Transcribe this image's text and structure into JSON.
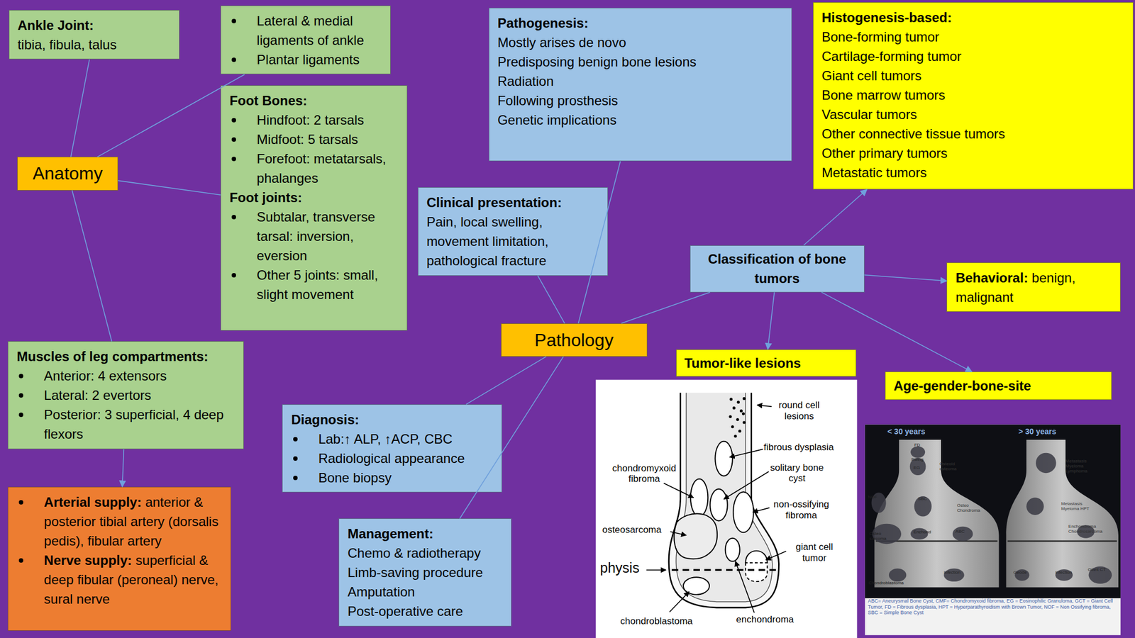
{
  "diagram": {
    "nodes": [
      {
        "text": [
          "Ankle Joint:",
          "tibia, fibula, talus"
        ]
      },
      {
        "text": [
          "Lateral & medial ligaments of ankle",
          "Plantar ligaments"
        ]
      },
      {
        "text": [
          "Pathogenesis:",
          "Mostly arises de novo",
          "Predisposing benign bone lesions",
          "Radiation",
          "Following prosthesis",
          "Genetic implications"
        ]
      },
      {
        "text": [
          "Histogenesis-based:",
          "Bone-forming tumor",
          "Cartilage-forming tumor",
          "Giant cell tumors",
          "Bone marrow tumors",
          "Vascular tumors",
          "Other connective tissue tumors",
          "Other primary tumors",
          "Metastatic tumors"
        ]
      },
      {
        "text": [
          "Foot Bones:",
          "Hindfoot: 2 tarsals",
          "Midfoot: 5 tarsals",
          "Forefoot: metatarsals, phalanges",
          "Foot joints:",
          "Subtalar, transverse tarsal: inversion, eversion",
          "Other 5 joints: small, slight movement"
        ]
      },
      {
        "text": [
          "Anatomy"
        ]
      },
      {
        "text": [
          "Clinical presentation:",
          "Pain, local swelling, movement limitation, pathological fracture"
        ]
      },
      {
        "text": [
          "Classification of bone tumors"
        ]
      },
      {
        "text": [
          "Behavioral:",
          "benign, malignant"
        ]
      },
      {
        "text": [
          "Pathology"
        ]
      },
      {
        "text": [
          "Muscles of leg compartments:",
          "Anterior: 4 extensors",
          "Lateral: 2 evertors",
          "Posterior: 3 superficial, 4 deep flexors"
        ]
      },
      {
        "text": [
          "Tumor-like lesions"
        ]
      },
      {
        "text": [
          "Age-gender-bone-site"
        ]
      },
      {
        "text": [
          "Diagnosis:",
          "Lab:↑ ALP, ↑ACP, CBC",
          "Radiological appearance",
          "Bone biopsy"
        ]
      },
      {
        "text": [
          "Arterial supply:",
          "anterior & posterior tibial artery (dorsalis pedis), fibular artery",
          "Nerve supply:",
          "superficial & deep fibular (peroneal) nerve, sural nerve"
        ]
      },
      {
        "text": [
          "Management:",
          "Chemo & radiotherapy",
          "Limb-saving procedure",
          "Amputation",
          "Post-operative care"
        ]
      }
    ],
    "edges": [
      {
        "from": 5,
        "to": 0,
        "arrow": "none"
      },
      {
        "from": 5,
        "to": 1,
        "arrow": "none"
      },
      {
        "from": 5,
        "to": 4,
        "arrow": "none"
      },
      {
        "from": 5,
        "to": 10,
        "arrow": "none"
      },
      {
        "from": 10,
        "to": 14,
        "arrow": "to"
      },
      {
        "from": 9,
        "to": 2,
        "arrow": "none"
      },
      {
        "from": 9,
        "to": 6,
        "arrow": "none"
      },
      {
        "from": 9,
        "to": 7,
        "arrow": "none"
      },
      {
        "from": 9,
        "to": 13,
        "arrow": "none"
      },
      {
        "from": 9,
        "to": 15,
        "arrow": "none"
      },
      {
        "from": 7,
        "to": 3,
        "arrow": "to"
      },
      {
        "from": 7,
        "to": 8,
        "arrow": "to"
      },
      {
        "from": 7,
        "to": 11,
        "arrow": "to"
      },
      {
        "from": 7,
        "to": 12,
        "arrow": "to"
      }
    ],
    "labels": [
      "round cell lesions",
      "fibrous dysplasia",
      "solitary bone cyst",
      "non-ossifying fibroma",
      "giant cell tumor",
      "chondromyxoid fibroma",
      "osteosarcoma",
      "physis",
      "chondroblastoma",
      "enchondroma",
      "< 30 years",
      "> 30 years",
      "FD",
      "Ewing",
      "EG",
      "NOF",
      "SBC",
      "Osteoid osteoma",
      "Osteo Chondroma",
      "Osteo sarcoma",
      "Enchond",
      "ABC",
      "Chondroblastoma",
      "infection",
      "Metastasis Myeloma Lymphoma",
      "Metastasis Myeloma HPT",
      "Enchondroma Chondrosarcoma",
      "Geode",
      "infection",
      "Giant CT",
      "ABC= Aneurysmal Bone Cyst, CMF= Chondromyxoid fibroma, EG = Eosinophilic Granuloma, GCT = Giant Cell Tumor, FD = Fibrous dysplasia, HPT = Hyperparathyroidism with Brown Tumor, NOF = Non Ossifying fibroma, SBC = Simple Bone Cyst"
    ]
  }
}
